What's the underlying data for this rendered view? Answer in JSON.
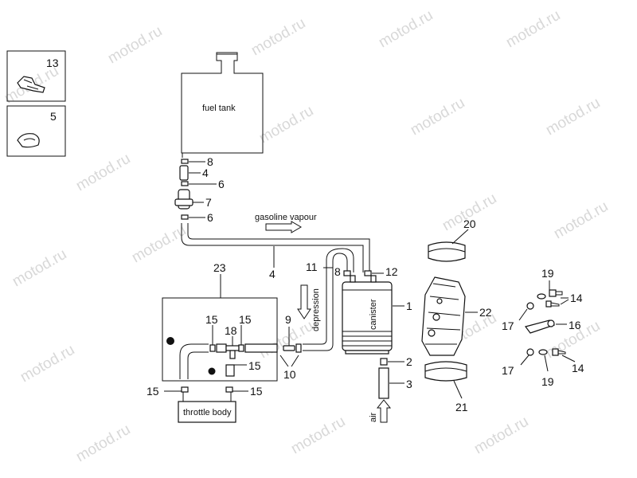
{
  "watermark": "motod.ru",
  "labels": {
    "fuel_tank": "fuel tank",
    "gasoline_vapour": "gasoline vapour",
    "depression": "depression",
    "canister": "canister",
    "throttle_body": "throttle body",
    "air": "air"
  },
  "callouts": {
    "c13": "13",
    "c5": "5",
    "c8a": "8",
    "c4a": "4",
    "c6a": "6",
    "c7": "7",
    "c6b": "6",
    "c4b": "4",
    "c11": "11",
    "c8b": "8",
    "c12": "12",
    "c1": "1",
    "c23": "23",
    "c9": "9",
    "c10": "10",
    "c2": "2",
    "c3": "3",
    "c15a": "15",
    "c18": "18",
    "c15b": "15",
    "c15c": "15",
    "c15d": "15",
    "c15e": "15",
    "c20": "20",
    "c22": "22",
    "c21": "21",
    "c19a": "19",
    "c14a": "14",
    "c17a": "17",
    "c16": "16",
    "c17b": "17",
    "c19b": "19",
    "c14b": "14"
  }
}
